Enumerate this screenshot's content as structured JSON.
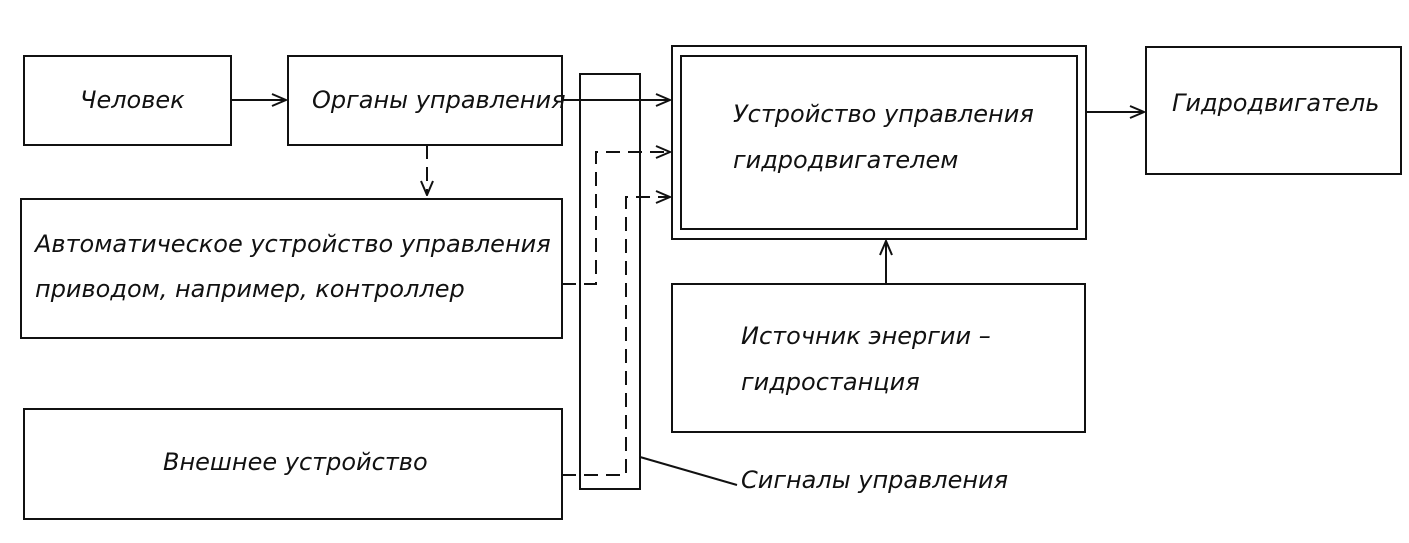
{
  "nodes": {
    "human": "Человек",
    "controls": "Органы управления",
    "automatic_line1": "Автоматическое устройство управления",
    "automatic_line2": "приводом, например, контроллер",
    "external": "Внешнее устройство",
    "motor_control_line1": "Устройство управления",
    "motor_control_line2": "гидродвигателем",
    "motor": "Гидродвигатель",
    "energy_line1": "Источник энергии –",
    "energy_line2": "гидростанция"
  },
  "labels": {
    "signals": "Сигналы управления"
  },
  "colors": {
    "line": "#111111",
    "background": "#ffffff"
  }
}
